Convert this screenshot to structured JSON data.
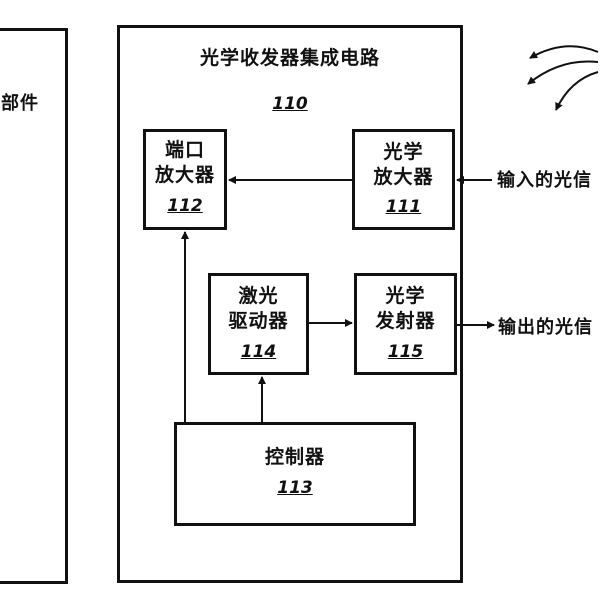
{
  "left_component": {
    "label": "部件"
  },
  "ic": {
    "title": "光学收发器集成电路",
    "ref": "110"
  },
  "blocks": {
    "port_amp": {
      "line1": "端口",
      "line2": "放大器",
      "ref": "112"
    },
    "optical_amp": {
      "line1": "光学",
      "line2": "放大器",
      "ref": "111"
    },
    "laser_driver": {
      "line1": "激光",
      "line2": "驱动器",
      "ref": "114"
    },
    "optical_tx": {
      "line1": "光学",
      "line2": "发射器",
      "ref": "115"
    },
    "controller": {
      "line1": "控制器",
      "ref": "113"
    }
  },
  "signals": {
    "input": "输入的光信",
    "output": "输出的光信"
  }
}
